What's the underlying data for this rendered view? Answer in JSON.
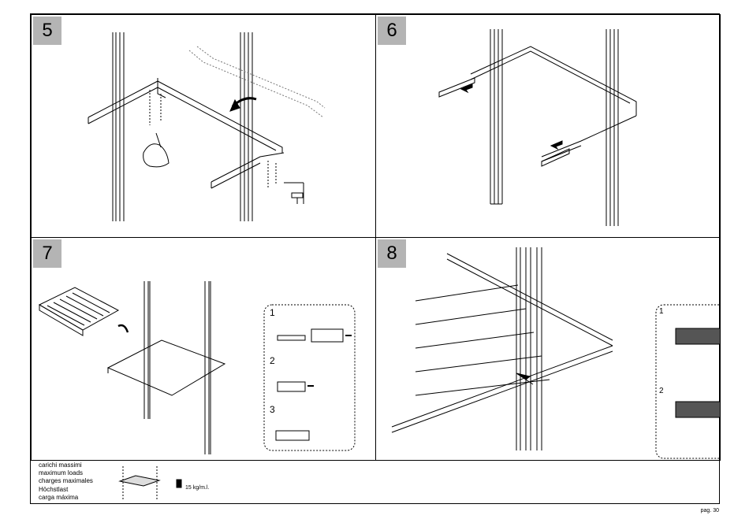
{
  "steps": {
    "s5": {
      "number": "5"
    },
    "s6": {
      "number": "6"
    },
    "s7": {
      "number": "7",
      "sub": [
        "1",
        "2",
        "3"
      ]
    },
    "s8": {
      "number": "8",
      "sub": [
        "1",
        "2"
      ]
    }
  },
  "loads": {
    "labels": [
      "carichi massimi",
      "maximum loads",
      "charges maximales",
      "Höchstlast",
      "carga máxima"
    ],
    "value": "15 kg/m.l."
  },
  "page": {
    "number": "pag. 30"
  }
}
